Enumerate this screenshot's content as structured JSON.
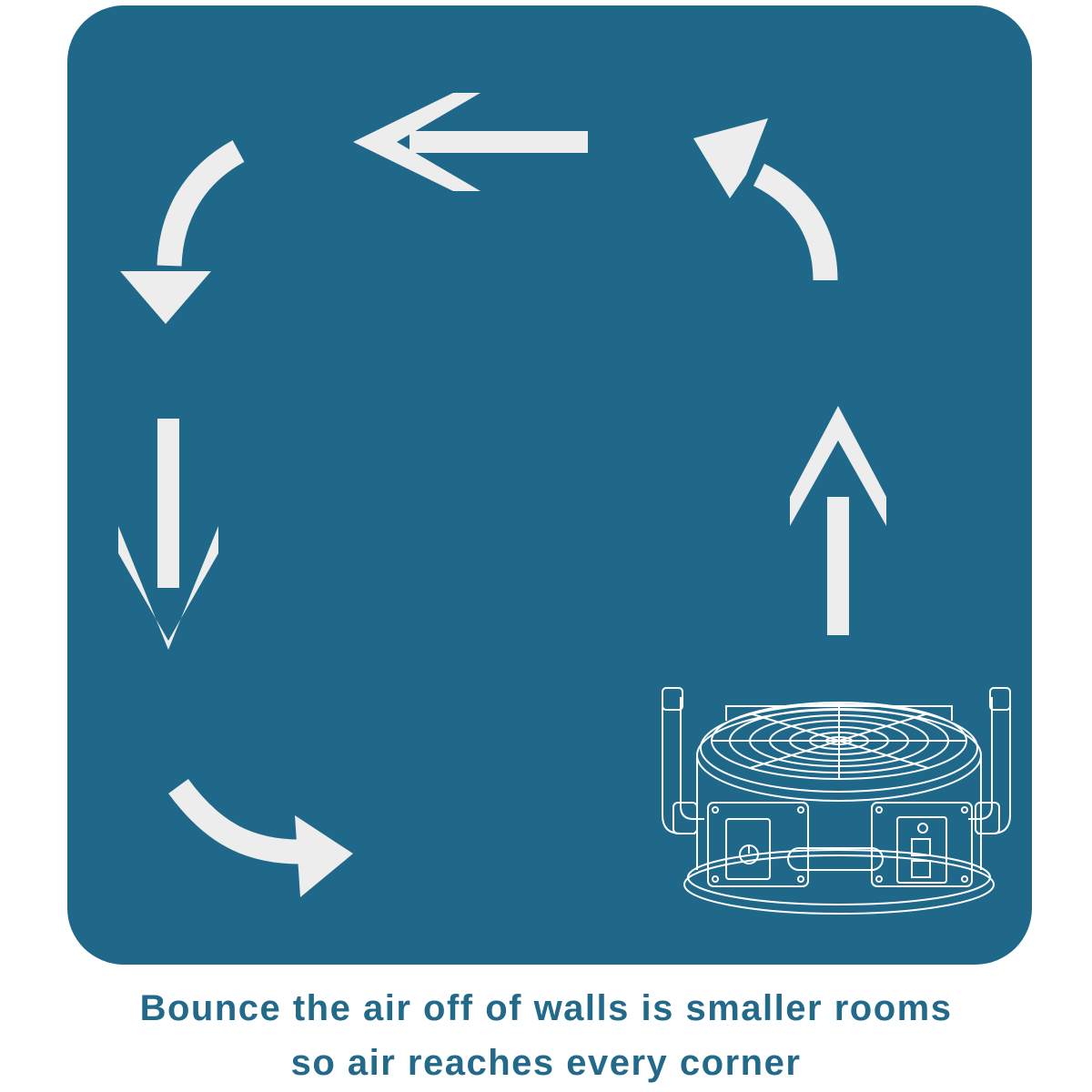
{
  "colors": {
    "panel": "#1F6889",
    "arrow": "#EDEDED",
    "caption": "#23698A",
    "fan_line": "#FFFFFF"
  },
  "caption": {
    "line1": "Bounce the air off of walls is smaller rooms",
    "line2": "so air reaches every corner"
  },
  "icons": [
    "arrow-left-icon",
    "arrow-curve-top-right-icon",
    "arrow-curve-top-left-icon",
    "arrow-down-icon",
    "arrow-curve-bottom-left-icon",
    "arrow-up-icon",
    "air-mover-fan-illustration"
  ]
}
